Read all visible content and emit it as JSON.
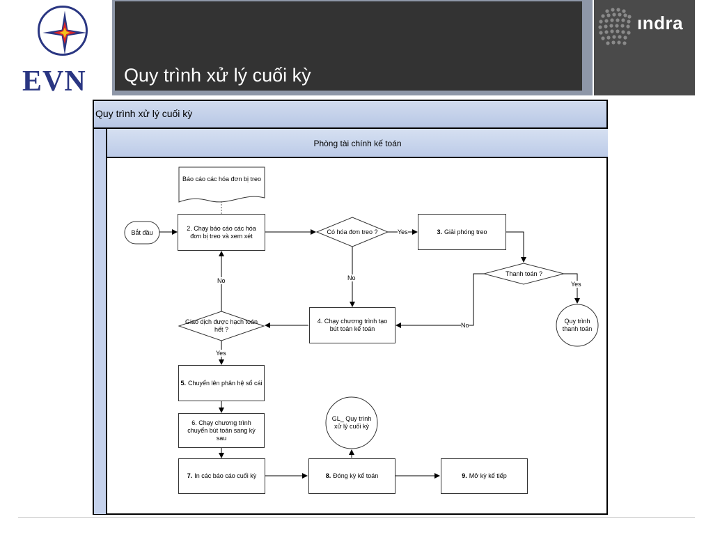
{
  "header": {
    "logo_text": "EVN",
    "title": "Quy trình xử lý cuối kỳ",
    "brand": "ındra"
  },
  "swimlane": {
    "pool_title": "Quy trình xử lý cuối kỳ",
    "lane_title": "Phòng tài chính kế toán"
  },
  "nodes": {
    "report_doc": "Báo cáo các hóa đơn bị treo",
    "start": "Bắt đầu",
    "step2": "2. Chạy báo cáo các hóa đơn bị treo và xem xét",
    "decision_pending": "Có hóa đơn treo ?",
    "step3_num": "3.",
    "step3_text": "Giải phóng treo",
    "decision_payment": "Thanh toán ?",
    "payment_process": "Quy trình thanh toán",
    "step4": "4. Chạy chương trình tạo bút toán kế toán",
    "decision_posted": "Giao dịch được hạch toán hết ?",
    "step5_num": "5.",
    "step5_text": "Chuyển lên phân hệ sổ cái",
    "step6": "6. Chạy chương trình chuyển bút toán sang kỳ sau",
    "step7_num": "7.",
    "step7_text": "In các báo cáo cuối kỳ",
    "step8_num": "8.",
    "step8_text": "Đóng kỳ kế toán",
    "step9_num": "9.",
    "step9_text": "Mở kỳ kế tiếp",
    "gl_process": "GL_ Quy trình xử lý cuối kỳ"
  },
  "labels": {
    "yes_pending": "Yes",
    "no_pending": "No",
    "yes_payment": "Yes",
    "no_payment": "No",
    "no_posted": "No",
    "yes_posted": "Yes"
  },
  "colors": {
    "title_bg": "#333333",
    "header_band": "#8e97a8",
    "brand_bg": "#4a4a4a",
    "evn_blue": "#2a3682",
    "lane_blue": "#bccbe8"
  }
}
